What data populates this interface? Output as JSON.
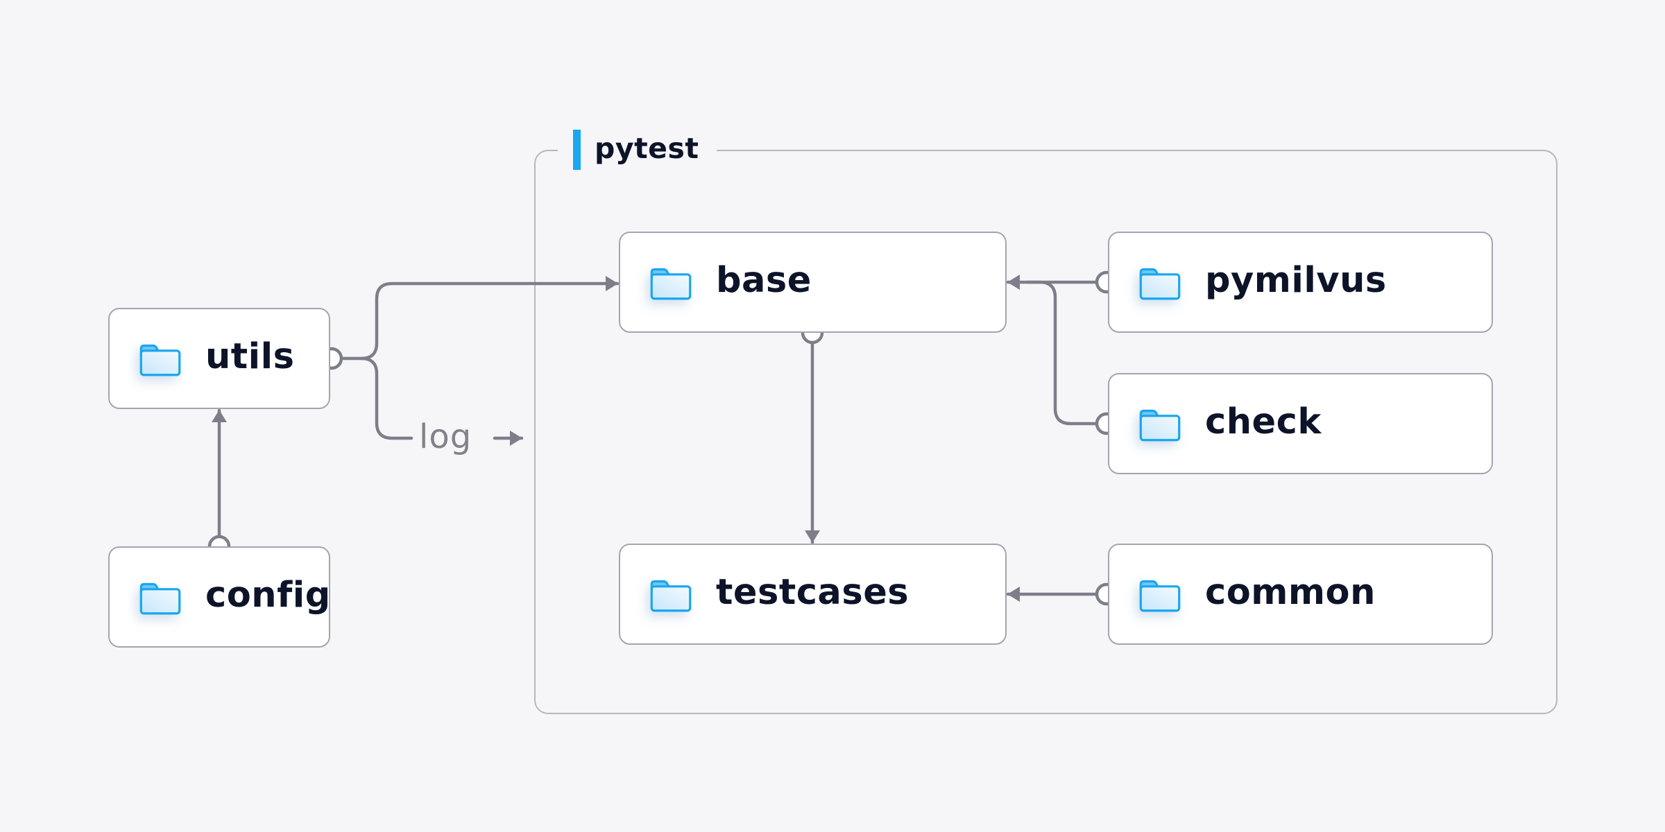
{
  "diagram": {
    "title_hint": "test framework folder structure",
    "container": {
      "label": "pytest",
      "accent_color": "#18a7f0"
    },
    "nodes": [
      {
        "id": "utils",
        "label": "utils"
      },
      {
        "id": "config",
        "label": "config"
      },
      {
        "id": "base",
        "label": "base"
      },
      {
        "id": "testcases",
        "label": "testcases"
      },
      {
        "id": "pymilvus",
        "label": "pymilvus"
      },
      {
        "id": "check",
        "label": "check"
      },
      {
        "id": "common",
        "label": "common"
      }
    ],
    "edges": [
      {
        "from": "config",
        "to": "utils"
      },
      {
        "from": "utils",
        "to": "base"
      },
      {
        "from": "utils",
        "to": "log",
        "label": "log"
      },
      {
        "from": "pymilvus",
        "to": "base"
      },
      {
        "from": "check",
        "to": "base"
      },
      {
        "from": "base",
        "to": "testcases"
      },
      {
        "from": "common",
        "to": "testcases"
      }
    ],
    "colors": {
      "background": "#f6f6f8",
      "node_background": "#ffffff",
      "node_border": "#a4a4b0",
      "container_border": "#b6b6c0",
      "wire": "#7e7e8a",
      "label_text": "#0d1429",
      "edge_label_text": "#82828c",
      "folder_stroke": "#18a6ee",
      "folder_tab": "#6fc7f4",
      "accent": "#18a7f0"
    }
  }
}
